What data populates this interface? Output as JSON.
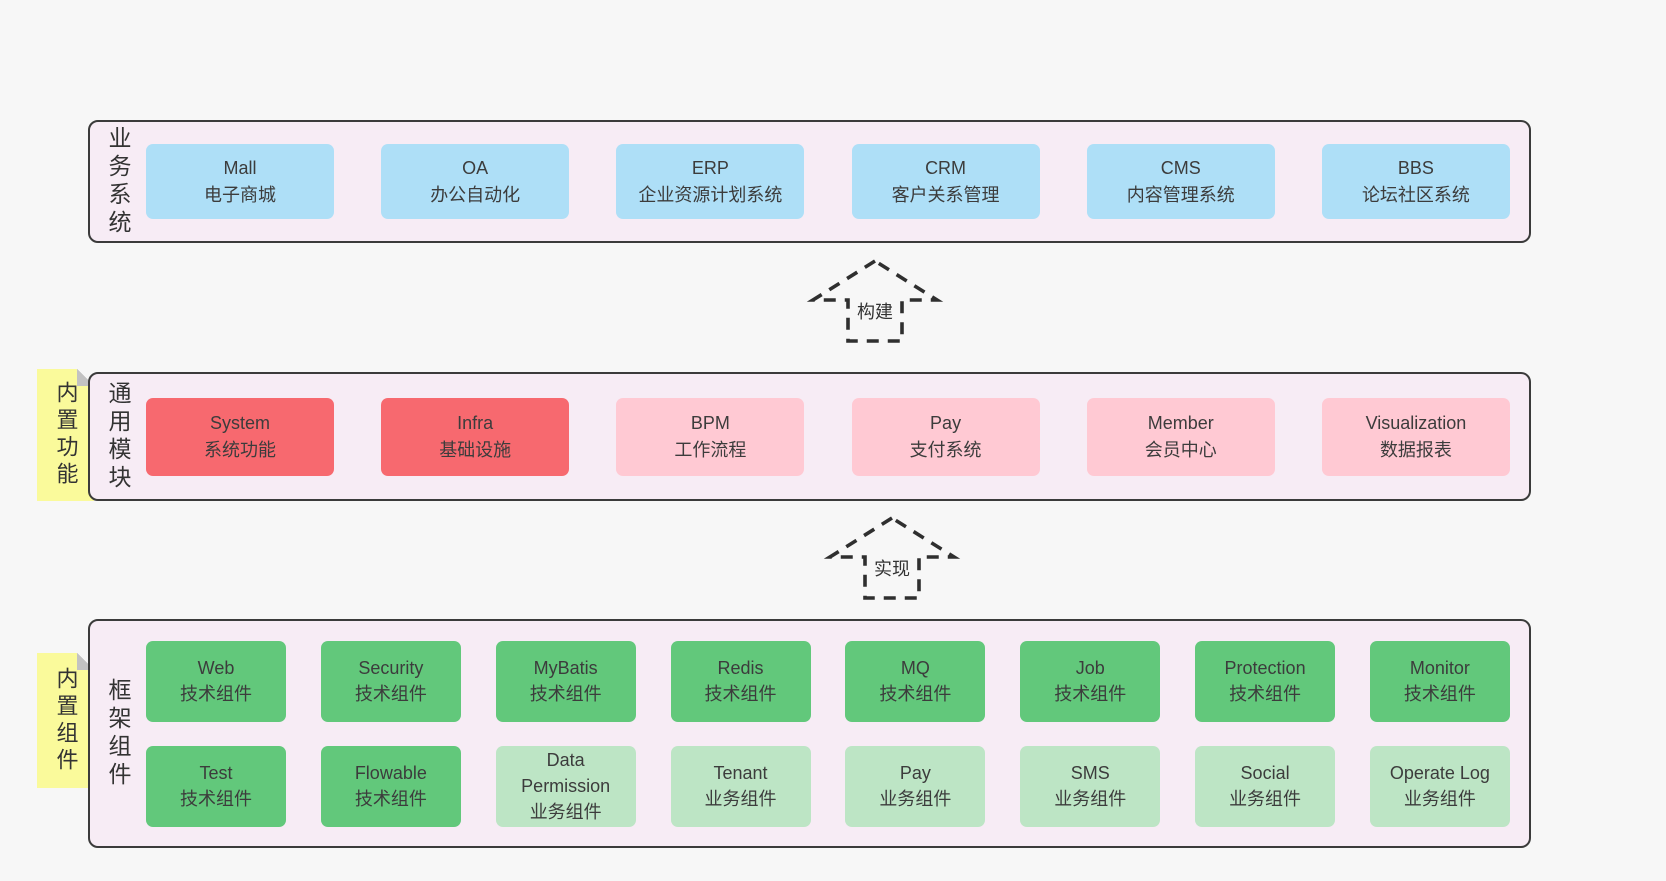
{
  "colors": {
    "page_bg": "#f7f7f7",
    "layer_bg": "#f7ecf5",
    "border": "#3b3b3b",
    "note_bg": "#fafa9b",
    "blue": "#aedff7",
    "red": "#f7696f",
    "pink": "#ffc9d3",
    "green": "#62c87b",
    "lightgreen": "#bde5c5"
  },
  "arrows": [
    {
      "id": "build",
      "label": "构建"
    },
    {
      "id": "implement",
      "label": "实现"
    }
  ],
  "layers": [
    {
      "id": "business",
      "label": "业务系统",
      "note": null,
      "rows": [
        [
          {
            "name": "Mall",
            "subtitle": "电子商城",
            "variant": "blue"
          },
          {
            "name": "OA",
            "subtitle": "办公自动化",
            "variant": "blue"
          },
          {
            "name": "ERP",
            "subtitle": "企业资源计划系统",
            "variant": "blue"
          },
          {
            "name": "CRM",
            "subtitle": "客户关系管理",
            "variant": "blue"
          },
          {
            "name": "CMS",
            "subtitle": "内容管理系统",
            "variant": "blue"
          },
          {
            "name": "BBS",
            "subtitle": "论坛社区系统",
            "variant": "blue"
          }
        ]
      ]
    },
    {
      "id": "modules",
      "label": "通用模块",
      "note": "内置功能",
      "rows": [
        [
          {
            "name": "System",
            "subtitle": "系统功能",
            "variant": "red"
          },
          {
            "name": "Infra",
            "subtitle": "基础设施",
            "variant": "red"
          },
          {
            "name": "BPM",
            "subtitle": "工作流程",
            "variant": "pink"
          },
          {
            "name": "Pay",
            "subtitle": "支付系统",
            "variant": "pink"
          },
          {
            "name": "Member",
            "subtitle": "会员中心",
            "variant": "pink"
          },
          {
            "name": "Visualization",
            "subtitle": "数据报表",
            "variant": "pink"
          }
        ]
      ]
    },
    {
      "id": "components",
      "label": "框架组件",
      "note": "内置组件",
      "rows": [
        [
          {
            "name": "Web",
            "subtitle": "技术组件",
            "variant": "green"
          },
          {
            "name": "Security",
            "subtitle": "技术组件",
            "variant": "green"
          },
          {
            "name": "MyBatis",
            "subtitle": "技术组件",
            "variant": "green"
          },
          {
            "name": "Redis",
            "subtitle": "技术组件",
            "variant": "green"
          },
          {
            "name": "MQ",
            "subtitle": "技术组件",
            "variant": "green"
          },
          {
            "name": "Job",
            "subtitle": "技术组件",
            "variant": "green"
          },
          {
            "name": "Protection",
            "subtitle": "技术组件",
            "variant": "green"
          },
          {
            "name": "Monitor",
            "subtitle": "技术组件",
            "variant": "green"
          }
        ],
        [
          {
            "name": "Test",
            "subtitle": "技术组件",
            "variant": "green"
          },
          {
            "name": "Flowable",
            "subtitle": "技术组件",
            "variant": "green"
          },
          {
            "name": "Data Permission",
            "subtitle": "业务组件",
            "variant": "lightgreen"
          },
          {
            "name": "Tenant",
            "subtitle": "业务组件",
            "variant": "lightgreen"
          },
          {
            "name": "Pay",
            "subtitle": "业务组件",
            "variant": "lightgreen"
          },
          {
            "name": "SMS",
            "subtitle": "业务组件",
            "variant": "lightgreen"
          },
          {
            "name": "Social",
            "subtitle": "业务组件",
            "variant": "lightgreen"
          },
          {
            "name": "Operate Log",
            "subtitle": "业务组件",
            "variant": "lightgreen"
          }
        ]
      ]
    }
  ]
}
